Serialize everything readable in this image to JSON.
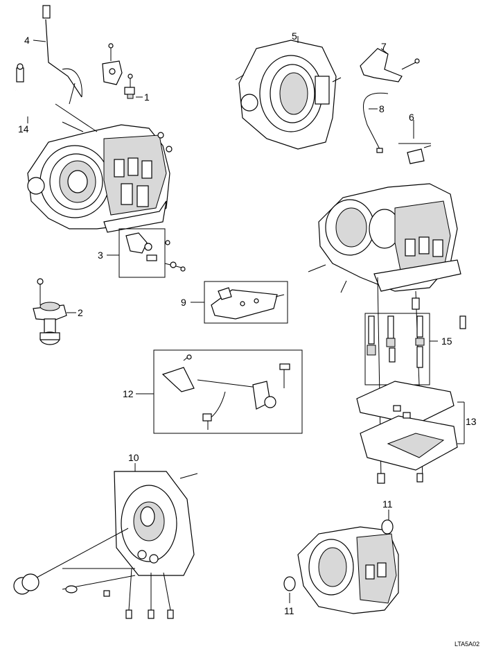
{
  "diagram": {
    "callouts": {
      "c1": "1",
      "c2": "2",
      "c3": "3",
      "c4": "4",
      "c5": "5",
      "c6": "6",
      "c7": "7",
      "c8": "8",
      "c9": "9",
      "c10": "10",
      "c11a": "11",
      "c11b": "11",
      "c12": "12",
      "c13": "13",
      "c14": "14",
      "c15": "15"
    },
    "figure_code": "LTA5A02"
  }
}
